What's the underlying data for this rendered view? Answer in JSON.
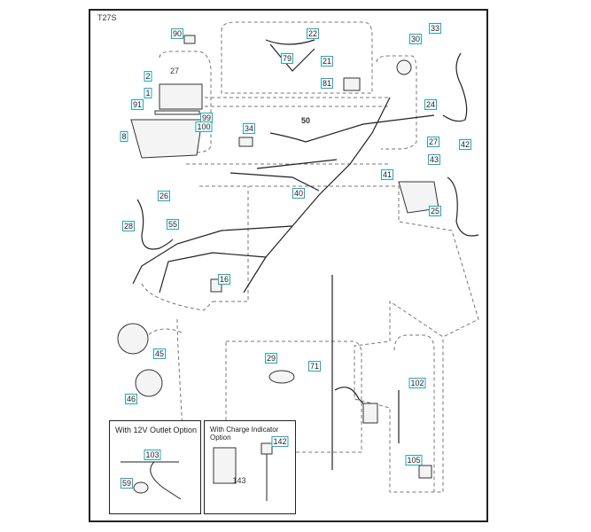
{
  "diagram_code": "T27S",
  "accent_color": "#1fa8c0",
  "callouts": [
    "90",
    "2",
    "1",
    "91",
    "99",
    "100",
    "8",
    "22",
    "79",
    "21",
    "81",
    "30",
    "33",
    "24",
    "34",
    "27",
    "42",
    "43",
    "41",
    "25",
    "40",
    "26",
    "28",
    "55",
    "16",
    "45",
    "46",
    "29",
    "71",
    "102",
    "105",
    "103",
    "59",
    "142"
  ],
  "plain_labels": [
    "27",
    "50",
    "143"
  ],
  "insets": [
    {
      "title": "With 12V Outlet Option"
    },
    {
      "title": "With Charge Indicator Option"
    }
  ]
}
